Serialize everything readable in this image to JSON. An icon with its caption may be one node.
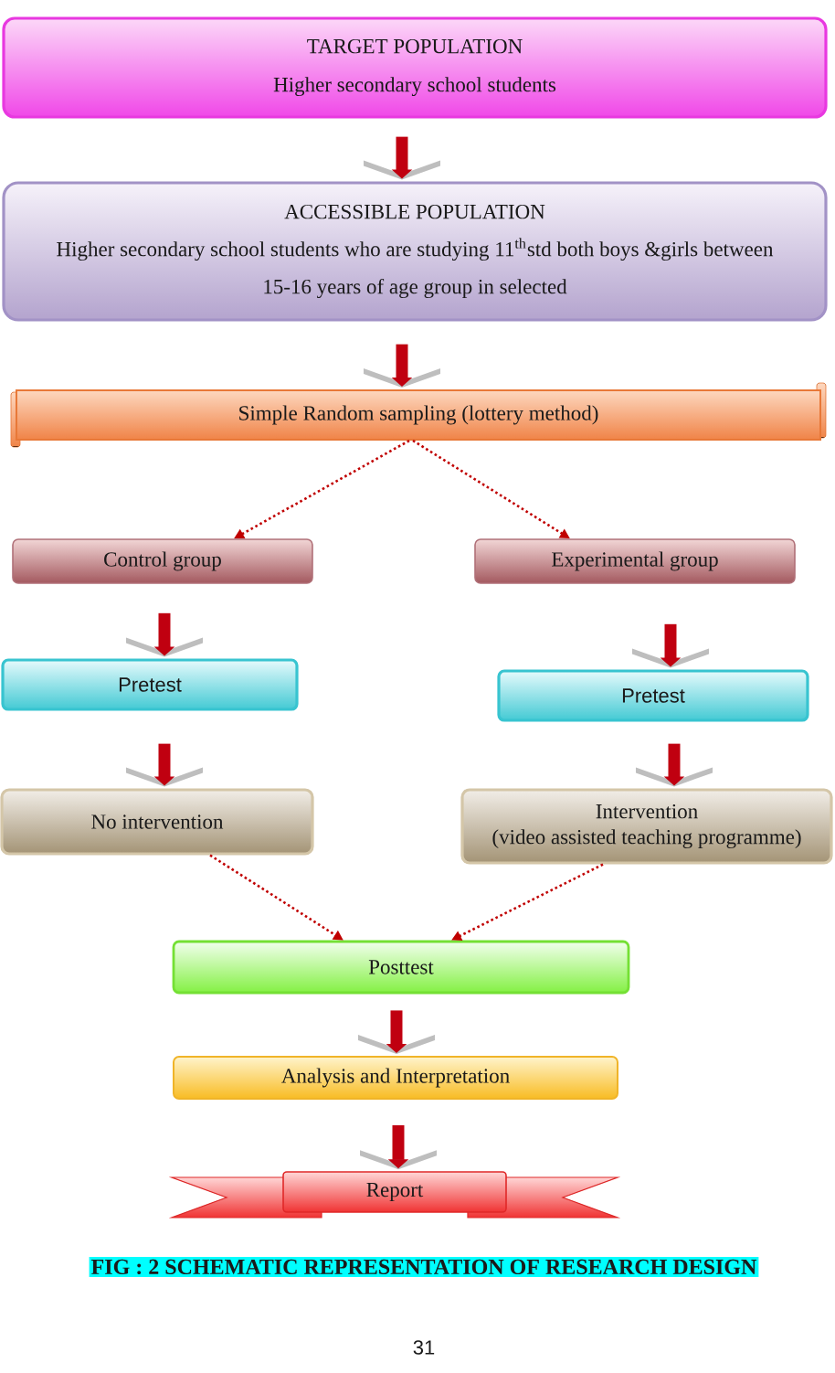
{
  "diagram": {
    "caption": "FIG : 2 SCHEMATIC REPRESENTATION OF RESEARCH DESIGN",
    "nodes": [
      {
        "text": [
          "TARGET POPULATION",
          "Higher secondary school students"
        ]
      },
      {
        "text": [
          "ACCESSIBLE POPULATION",
          "Higher secondary school students who are studying 11$^{th}$std both boys &girls between 15-16 years of age group in selected"
        ]
      },
      {
        "text": [
          "Simple Random sampling (lottery method)"
        ]
      },
      {
        "text": [
          "Control group"
        ]
      },
      {
        "text": [
          "Experimental group"
        ]
      },
      {
        "text": [
          "Pretest"
        ]
      },
      {
        "text": [
          "Pretest"
        ]
      },
      {
        "text": [
          "No intervention"
        ]
      },
      {
        "text": [
          "Intervention",
          "(video assisted teaching programme)"
        ]
      },
      {
        "text": [
          "Posttest"
        ]
      },
      {
        "text": [
          "Analysis and Interpretation"
        ]
      },
      {
        "text": [
          "Report"
        ]
      }
    ],
    "edges": [
      {
        "from": 0,
        "to": 1,
        "arrow": "to"
      },
      {
        "from": 1,
        "to": 2,
        "arrow": "to"
      },
      {
        "from": 2,
        "to": 3,
        "arrow": "to",
        "style": "dashed",
        "color": "#c00000"
      },
      {
        "from": 2,
        "to": 4,
        "arrow": "to",
        "style": "dashed",
        "color": "#c00000"
      },
      {
        "from": 3,
        "to": 5,
        "arrow": "to"
      },
      {
        "from": 4,
        "to": 6,
        "arrow": "to"
      },
      {
        "from": 5,
        "to": 7,
        "arrow": "to"
      },
      {
        "from": 6,
        "to": 8,
        "arrow": "to"
      },
      {
        "from": 7,
        "to": 9,
        "arrow": "to",
        "style": "dashed",
        "color": "#c00000"
      },
      {
        "from": 8,
        "to": 9,
        "arrow": "to",
        "style": "dashed",
        "color": "#c00000"
      },
      {
        "from": 9,
        "to": 10,
        "arrow": "to"
      },
      {
        "from": 10,
        "to": 11,
        "arrow": "to"
      }
    ],
    "labels": [
      "31"
    ]
  }
}
